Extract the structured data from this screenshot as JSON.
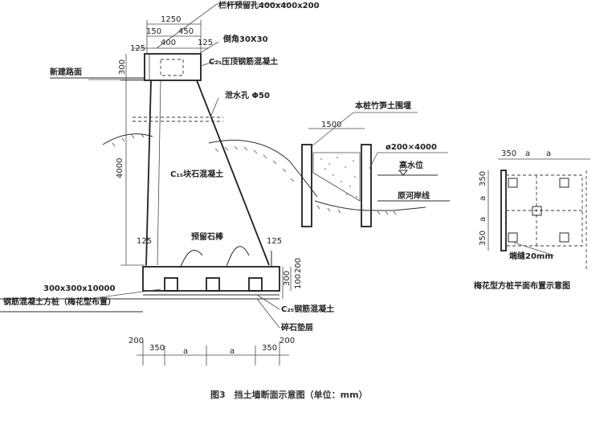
{
  "labels": {
    "rail_hole": "栏杆预留孔400x400x200",
    "chamfer": "倒角30X30",
    "cap_beam": "C₂₅压顶钢筋混凝土",
    "new_road": "新建路面",
    "weep_hole": "泄水孔 Φ50",
    "wall_body": "C₁₅块石混凝土",
    "cofferdam": "本桩竹笋土围堰",
    "pile_spec": "ø200×4000",
    "high_water": "高水位",
    "river_bank": "原河岸线",
    "reserved_stone": "预留石棒",
    "rc_pile_size": "300x300x10000",
    "rc_pile": "钢筋混凝土方桩（梅花型布置）",
    "base_rc": "C₂₅钢筋混凝土",
    "gravel": "碎石垫层",
    "edge_gap": "端缝20mm",
    "plan_title": "梅花型方桩平面布置示意图"
  },
  "dims": {
    "top_total": "1250",
    "top_a": "150",
    "top_b": "400",
    "top_c": "450",
    "top_left": "125",
    "top_right": "125",
    "cap_h": "300",
    "wall_h": "4000",
    "foot_left": "125",
    "foot_right": "125",
    "base_300": "300",
    "base_200": "200",
    "base_100": "100",
    "bottom_200_l": "200",
    "bottom_350_l": "350",
    "bottom_a1": "a",
    "bottom_a2": "a",
    "bottom_350_r": "350",
    "bottom_200_r": "200",
    "cofferdam_w": "1500",
    "plan_350_top": "350",
    "plan_a1": "a",
    "plan_a2": "a",
    "plan_v350_top": "350",
    "plan_va1": "a",
    "plan_va2": "a",
    "plan_v350_bot": "350"
  },
  "caption": "图3　挡土墙断面示意图（单位：mm）"
}
